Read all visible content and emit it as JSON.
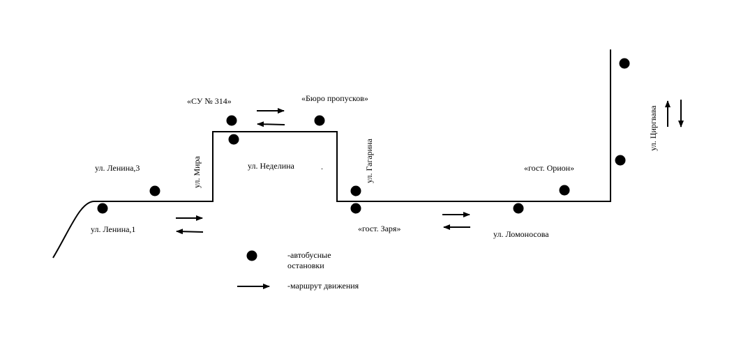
{
  "colors": {
    "line": "#000000",
    "stop": "#000000",
    "background": "#ffffff"
  },
  "labels": {
    "su314": "«СУ № 314»",
    "buro": "«Бюро пропусков»",
    "lenina3": "ул. Ленина,3",
    "lenina1": "ул. Ленина,1",
    "mira": "ул. Мира",
    "nedelina": "ул. Неделина",
    "dot": ".",
    "gagarina": "ул. Гагарина",
    "zarya": "«гост. Заря»",
    "orion": "«гост. Орион»",
    "lomonosova": "ул. Ломоносова",
    "tsirgvava": "ул. Циргвава"
  },
  "legend": {
    "stops_line1": "-автобусные",
    "stops_line2": "остановки",
    "route": "-маршрут движения"
  }
}
